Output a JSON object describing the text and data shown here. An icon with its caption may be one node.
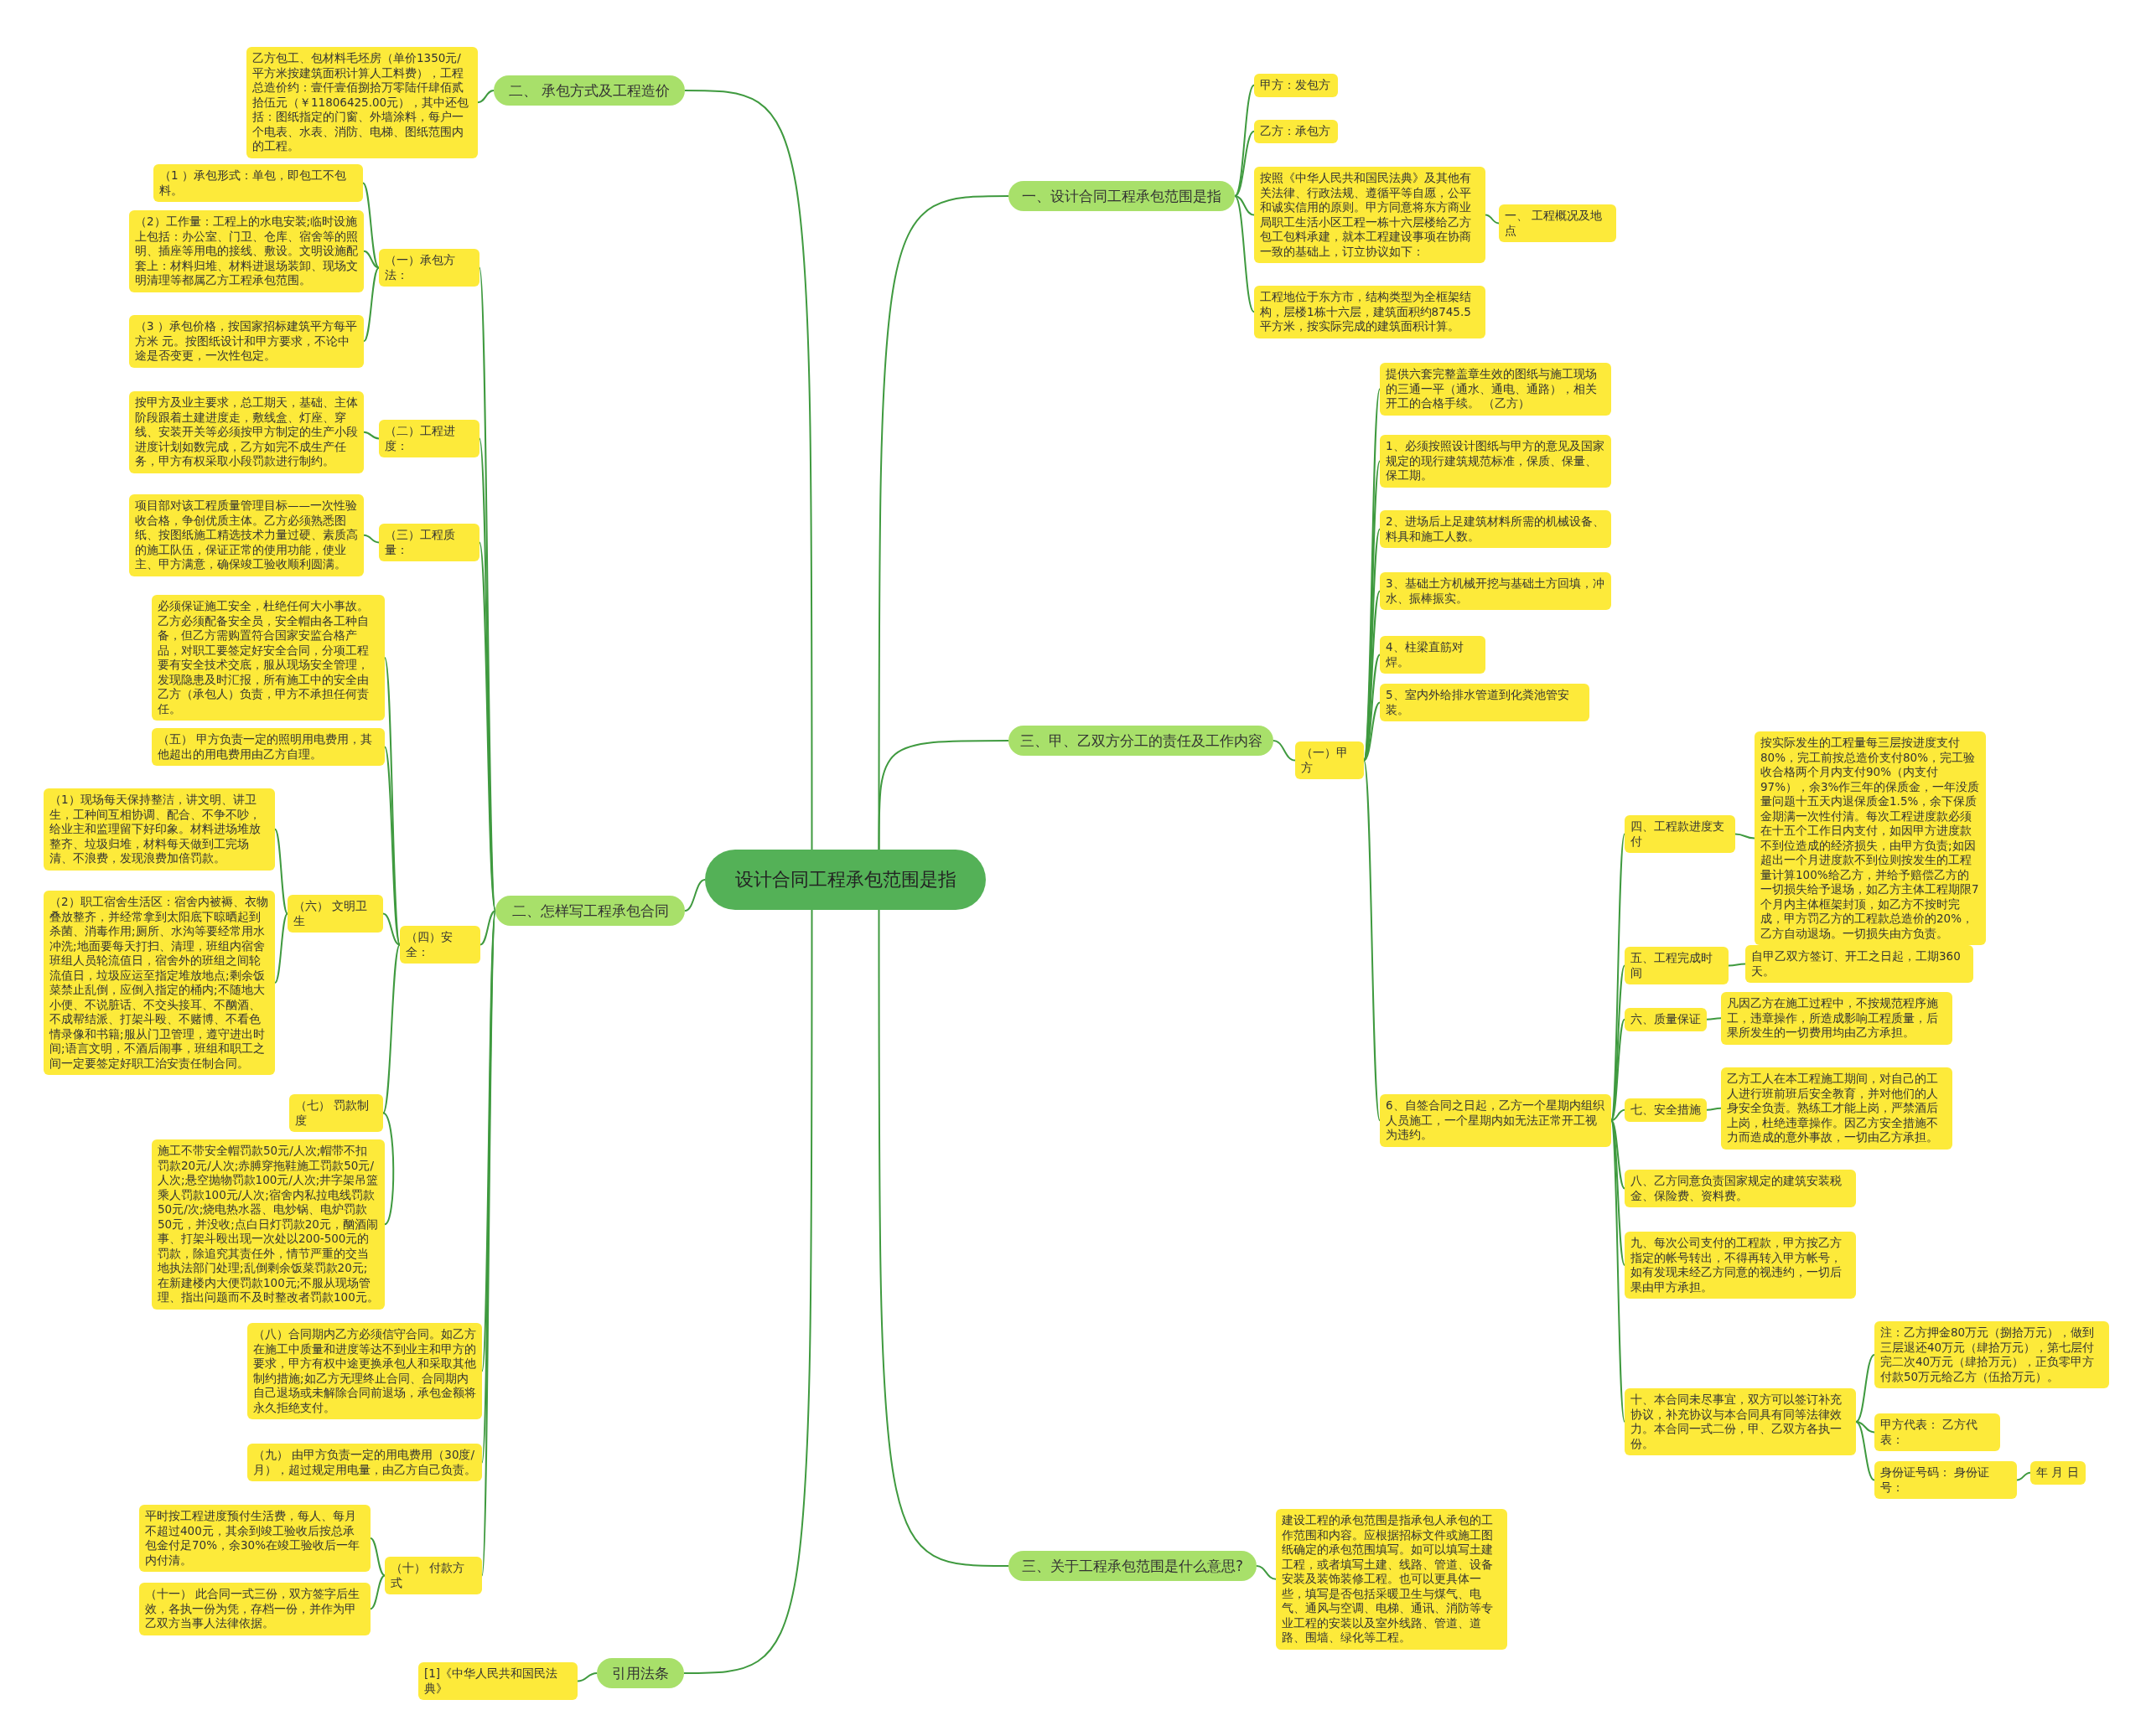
{
  "diagram": {
    "nodes": [
      {
        "text": [
          "设计合同工程承包范围是指"
        ]
      },
      {
        "text": [
          "一、设计合同工程承包范围是指"
        ]
      },
      {
        "text": [
          "甲方：发包方"
        ]
      },
      {
        "text": [
          "乙方：承包方"
        ]
      },
      {
        "text": [
          "按照《中华人民共和国民法典》及其他有关法律、行政法规、遵循平等自愿，公平和诚实信用的原则。甲方同意将东方商业局职工生活小区工程一栋十六层楼给乙方包工包料承建，就本工程建设事项在协商一致的基础上，订立协议如下："
        ]
      },
      {
        "text": [
          "一、 工程概况及地点"
        ]
      },
      {
        "text": [
          "工程地位于东方市，结构类型为全框架结构，层楼1栋十六层，建筑面积约8745.5平方米，按实际完成的建筑面积计算。"
        ]
      },
      {
        "text": [
          "三、甲、乙双方分工的责任及工作内容"
        ]
      },
      {
        "text": [
          "（一）甲方"
        ]
      },
      {
        "text": [
          "提供六套完整盖章生效的图纸与施工现场的三通一平（通水、通电、通路），相关开工的合格手续。 （乙方）"
        ]
      },
      {
        "text": [
          "1、必须按照设计图纸与甲方的意见及国家规定的现行建筑规范标准，保质、保量、保工期。"
        ]
      },
      {
        "text": [
          "2、进场后上足建筑材料所需的机械设备、料具和施工人数。"
        ]
      },
      {
        "text": [
          "3、基础土方机械开挖与基础土方回填，冲水、振棒振实。"
        ]
      },
      {
        "text": [
          "4、柱梁直筋对焊。"
        ]
      },
      {
        "text": [
          "5、室内外给排水管道到化粪池管安装。"
        ]
      },
      {
        "text": [
          "6、自签合同之日起，乙方一个星期内组织人员施工，一个星期内如无法正常开工视为违约。"
        ]
      },
      {
        "text": [
          "四、工程款进度支付"
        ]
      },
      {
        "text": [
          "按实际发生的工程量每三层按进度支付80%，完工前按总造价支付80%，完工验收合格两个月内支付90%（内支付97%），余3%作三年的保质金，一年没质量问题十五天内退保质金1.5%，余下保质金期满一次性付清。每次工程进度款必须在十五个工作日内支付，如因甲方进度款不到位造成的经济损失，由甲方负责;如因超出一个月进度款不到位则按发生的工程量计算100%给乙方，并给予赔偿乙方的一切损失给予退场，如乙方主体工程期限7个月内主体框架封顶，如乙方不按时完成，甲方罚乙方的工程款总造价的20%，乙方自动退场。一切损失由方负责。"
        ]
      },
      {
        "text": [
          "五、工程完成时间"
        ]
      },
      {
        "text": [
          "自甲乙双方签订、开工之日起，工期360天。"
        ]
      },
      {
        "text": [
          "六、质量保证"
        ]
      },
      {
        "text": [
          "凡因乙方在施工过程中，不按规范程序施工，违章操作，所造成影响工程质量，后果所发生的一切费用均由乙方承担。"
        ]
      },
      {
        "text": [
          "七、安全措施"
        ]
      },
      {
        "text": [
          "乙方工人在本工程施工期间，对自己的工人进行班前班后安全教育，并对他们的人身安全负责。熟练工才能上岗，严禁酒后上岗，杜绝违章操作。因乙方安全措施不力而造成的意外事故，一切由乙方承担。"
        ]
      },
      {
        "text": [
          "八、乙方同意负责国家规定的建筑安装税金、保险费、资料费。"
        ]
      },
      {
        "text": [
          "九、每次公司支付的工程款，甲方按乙方指定的帐号转出，不得再转入甲方帐号，如有发现未经乙方同意的视违约，一切后果由甲方承担。"
        ]
      },
      {
        "text": [
          "十、本合同未尽事宜，双方可以签订补充协议，补充协议与本合同具有同等法律效力。本合同一式二份，甲、乙双方各执一份。"
        ]
      },
      {
        "text": [
          "注：乙方押金80万元（捌拾万元），做到三层退还40万元（肆拾万元），第七层付完二次40万元（肆拾万元），正负零甲方付款50万元给乙方（伍拾万元）。"
        ]
      },
      {
        "text": [
          "甲方代表： 乙方代表："
        ]
      },
      {
        "text": [
          "身份证号码： 身份证号："
        ]
      },
      {
        "text": [
          "年 月 日"
        ]
      },
      {
        "text": [
          "三、关于工程承包范围是什么意思?"
        ]
      },
      {
        "text": [
          "建设工程的承包范围是指承包人承包的工作范围和内容。应根据招标文件或施工图纸确定的承包范围填写。如可以填写土建工程，或者填写土建、线路、管道、设备安装及装饰装修工程。也可以更具体一些，填写是否包括采暖卫生与煤气、电气、通风与空调、电梯、通讯、消防等专业工程的安装以及室外线路、管道、道路、围墙、绿化等工程。"
        ]
      },
      {
        "text": [
          "二、 承包方式及工程造价"
        ]
      },
      {
        "text": [
          "乙方包工、包材料毛坯房（单价1350元/平方米按建筑面积计算人工料费），工程总造价约：壹仟壹佰捌拾万零陆仟肆佰贰拾伍元（￥11806425.00元），其中还包括：图纸指定的门窗、外墙涂料，每户一个电表、水表、消防、电梯、图纸范围内的工程。"
        ]
      },
      {
        "text": [
          "二、怎样写工程承包合同"
        ]
      },
      {
        "text": [
          "（一）承包方法："
        ]
      },
      {
        "text": [
          "（1 ）承包形式：单包，即包工不包料。"
        ]
      },
      {
        "text": [
          "（2）工作量：工程上的水电安装;临时设施上包括：办公室、门卫、仓库、宿舍等的照明、插座等用电的接线、敷设。文明设施配套上：材料归堆、材料进退场装卸、现场文明清理等都属乙方工程承包范围。"
        ]
      },
      {
        "text": [
          "（3 ）承包价格，按国家招标建筑平方每平方米 元。按图纸设计和甲方要求，不论中途是否变更，一次性包定。"
        ]
      },
      {
        "text": [
          "（二）工程进度："
        ]
      },
      {
        "text": [
          "按甲方及业主要求，总工期天，基础、主体阶段跟着土建进度走，敷线盒、灯座、穿线、安装开关等必须按甲方制定的生产小段进度计划如数完成，乙方如完不成生产任务，甲方有权采取小段罚款进行制约。"
        ]
      },
      {
        "text": [
          "（三）工程质量："
        ]
      },
      {
        "text": [
          "项目部对该工程质量管理目标——一次性验收合格，争创优质主体。乙方必须熟悉图纸、按图纸施工精选技术力量过硬、素质高的施工队伍，保证正常的使用功能，使业主、甲方满意，确保竣工验收顺利圆满。"
        ]
      },
      {
        "text": [
          "（四）安全："
        ]
      },
      {
        "text": [
          "必须保证施工安全，杜绝任何大小事故。乙方必须配备安全员，安全帽由各工种自备，但乙方需购置符合国家安监合格产品，对职工要签定好安全合同，分项工程要有安全技术交底，服从现场安全管理，发现隐患及时汇报，所有施工中的安全由乙方（承包人）负责，甲方不承担任何责任。"
        ]
      },
      {
        "text": [
          "（五） 甲方负责一定的照明用电费用，其他超出的用电费用由乙方自理。"
        ]
      },
      {
        "text": [
          "（六） 文明卫生"
        ]
      },
      {
        "text": [
          "（1）现场每天保持整洁，讲文明、讲卫生，工种间互相协调、配合、不争不吵，给业主和监理留下好印象。材料进场堆放整齐、垃圾归堆，材料每天做到工完场清、不浪费，发现浪费加倍罚款。"
        ]
      },
      {
        "text": [
          "（2）职工宿舍生活区：宿舍内被褥、衣物叠放整齐，并经常拿到太阳底下晾晒起到杀菌、消毒作用;厕所、水沟等要经常用水冲洗;地面要每天打扫、清理，班组内宿舍班组人员轮流值日，宿舍外的班组之间轮流值日，垃圾应运至指定堆放地点;剩余饭菜禁止乱倒，应倒入指定的桶内;不随地大小便、不说脏话、不交头接耳、不酗酒、不成帮结派、打架斗殴、不赌博、不看色情录像和书籍;服从门卫管理，遵守进出时间;语言文明，不酒后闹事，班组和职工之间一定要签定好职工治安责任制合同。"
        ]
      },
      {
        "text": [
          "（七） 罚款制度"
        ]
      },
      {
        "text": [
          "施工不带安全帽罚款50元/人次;帽带不扣罚款20元/人次;赤膊穿拖鞋施工罚款50元/人次;悬空抛物罚款100元/人次;井字架吊篮乘人罚款100元/人次;宿舍内私拉电线罚款50元/次;烧电热水器、电炒锅、电炉罚款50元，并没收;点白日灯罚款20元，酗酒闹事、打架斗殴出现一次处以200-500元的罚款，除追究其责任外，情节严重的交当地执法部门处理;乱倒剩余饭菜罚款20元;在新建楼内大便罚款100元;不服从现场管理、指出问题而不及时整改者罚款100元。"
        ]
      },
      {
        "text": [
          "（八）合同期内乙方必须信守合同。如乙方在施工中质量和进度等达不到业主和甲方的要求，甲方有权中途更换承包人和采取其他制约措施;如乙方无理终止合同、合同期内自己退场或未解除合同前退场，承包金额将永久拒绝支付。"
        ]
      },
      {
        "text": [
          "（九） 由甲方负责一定的用电费用（30度/月），超过规定用电量，由乙方自己负责。"
        ]
      },
      {
        "text": [
          "（十） 付款方式"
        ]
      },
      {
        "text": [
          "平时按工程进度预付生活费，每人、每月不超过400元，其余到竣工验收后按总承包金付足70%，余30%在竣工验收后一年内付清。"
        ]
      },
      {
        "text": [
          "（十一） 此合同一式三份，双方签字后生效，各执一份为凭，存档一份，并作为甲乙双方当事人法律依据。"
        ]
      },
      {
        "text": [
          "引用法条"
        ]
      },
      {
        "text": [
          "[1]《中华人民共和国民法典》"
        ]
      }
    ],
    "edges": [
      {
        "from": 0,
        "to": 1,
        "arrow": "none"
      },
      {
        "from": 1,
        "to": 2,
        "arrow": "none"
      },
      {
        "from": 1,
        "to": 3,
        "arrow": "none"
      },
      {
        "from": 1,
        "to": 4,
        "arrow": "none"
      },
      {
        "from": 4,
        "to": 5,
        "arrow": "none"
      },
      {
        "from": 1,
        "to": 6,
        "arrow": "none"
      },
      {
        "from": 0,
        "to": 7,
        "arrow": "none"
      },
      {
        "from": 7,
        "to": 8,
        "arrow": "none"
      },
      {
        "from": 8,
        "to": 9,
        "arrow": "none"
      },
      {
        "from": 8,
        "to": 10,
        "arrow": "none"
      },
      {
        "from": 8,
        "to": 11,
        "arrow": "none"
      },
      {
        "from": 8,
        "to": 12,
        "arrow": "none"
      },
      {
        "from": 8,
        "to": 13,
        "arrow": "none"
      },
      {
        "from": 8,
        "to": 14,
        "arrow": "none"
      },
      {
        "from": 8,
        "to": 15,
        "arrow": "none"
      },
      {
        "from": 15,
        "to": 16,
        "arrow": "none"
      },
      {
        "from": 16,
        "to": 17,
        "arrow": "none"
      },
      {
        "from": 15,
        "to": 18,
        "arrow": "none"
      },
      {
        "from": 18,
        "to": 19,
        "arrow": "none"
      },
      {
        "from": 15,
        "to": 20,
        "arrow": "none"
      },
      {
        "from": 20,
        "to": 21,
        "arrow": "none"
      },
      {
        "from": 15,
        "to": 22,
        "arrow": "none"
      },
      {
        "from": 22,
        "to": 23,
        "arrow": "none"
      },
      {
        "from": 15,
        "to": 24,
        "arrow": "none"
      },
      {
        "from": 15,
        "to": 25,
        "arrow": "none"
      },
      {
        "from": 15,
        "to": 26,
        "arrow": "none"
      },
      {
        "from": 26,
        "to": 27,
        "arrow": "none"
      },
      {
        "from": 26,
        "to": 28,
        "arrow": "none"
      },
      {
        "from": 26,
        "to": 29,
        "arrow": "none"
      },
      {
        "from": 29,
        "to": 30,
        "arrow": "none"
      },
      {
        "from": 0,
        "to": 31,
        "arrow": "none"
      },
      {
        "from": 31,
        "to": 32,
        "arrow": "none"
      },
      {
        "from": 0,
        "to": 33,
        "arrow": "none"
      },
      {
        "from": 33,
        "to": 34,
        "arrow": "none"
      },
      {
        "from": 0,
        "to": 35,
        "arrow": "none"
      },
      {
        "from": 35,
        "to": 36,
        "arrow": "none"
      },
      {
        "from": 36,
        "to": 37,
        "arrow": "none"
      },
      {
        "from": 36,
        "to": 38,
        "arrow": "none"
      },
      {
        "from": 36,
        "to": 39,
        "arrow": "none"
      },
      {
        "from": 35,
        "to": 40,
        "arrow": "none"
      },
      {
        "from": 40,
        "to": 41,
        "arrow": "none"
      },
      {
        "from": 35,
        "to": 42,
        "arrow": "none"
      },
      {
        "from": 42,
        "to": 43,
        "arrow": "none"
      },
      {
        "from": 35,
        "to": 44,
        "arrow": "none"
      },
      {
        "from": 44,
        "to": 45,
        "arrow": "none"
      },
      {
        "from": 44,
        "to": 46,
        "arrow": "none"
      },
      {
        "from": 44,
        "to": 47,
        "arrow": "none"
      },
      {
        "from": 47,
        "to": 48,
        "arrow": "none"
      },
      {
        "from": 47,
        "to": 49,
        "arrow": "none"
      },
      {
        "from": 44,
        "to": 50,
        "arrow": "none"
      },
      {
        "from": 50,
        "to": 51,
        "arrow": "none"
      },
      {
        "from": 35,
        "to": 52,
        "arrow": "none"
      },
      {
        "from": 35,
        "to": 53,
        "arrow": "none"
      },
      {
        "from": 35,
        "to": 54,
        "arrow": "none"
      },
      {
        "from": 54,
        "to": 55,
        "arrow": "none"
      },
      {
        "from": 54,
        "to": 56,
        "arrow": "none"
      },
      {
        "from": 0,
        "to": 57,
        "arrow": "none"
      },
      {
        "from": 57,
        "to": 58,
        "arrow": "none"
      }
    ]
  }
}
